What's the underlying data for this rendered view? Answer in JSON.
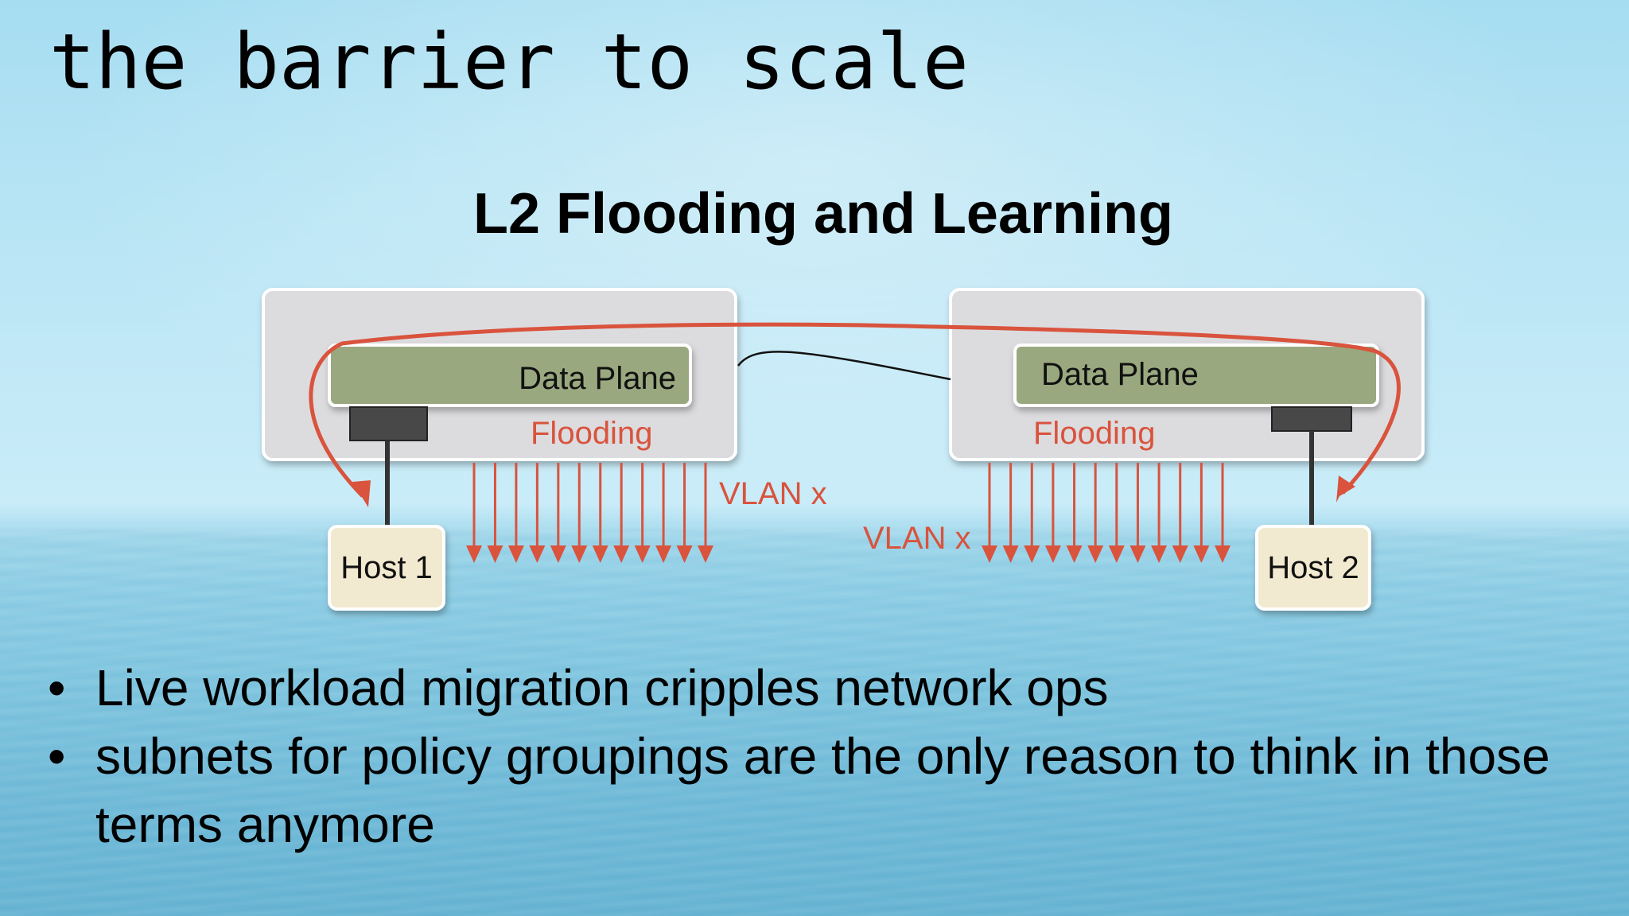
{
  "slide": {
    "title": "the barrier to scale",
    "diagram_title": "L2 Flooding and Learning"
  },
  "diagram": {
    "switch_left": {
      "data_plane_label": "Data Plane",
      "flooding_label": "Flooding",
      "vlan_label": "VLAN x"
    },
    "switch_right": {
      "data_plane_label": "Data Plane",
      "flooding_label": "Flooding",
      "vlan_label": "VLAN x"
    },
    "host_left": {
      "label": "Host 1"
    },
    "host_right": {
      "label": "Host 2"
    },
    "flood_arrow_count": 12,
    "colors": {
      "flood_red": "#d9533d",
      "switch_fill": "#dcdcdf",
      "data_plane_fill": "#9aa87f",
      "host_fill": "#f2ead0",
      "port_fill": "#484848"
    }
  },
  "bullets": [
    {
      "marker": "•",
      "text": "Live workload migration cripples network ops"
    },
    {
      "marker": "•",
      "text": "subnets for policy groupings are the only reason to think in those terms anymore"
    }
  ]
}
